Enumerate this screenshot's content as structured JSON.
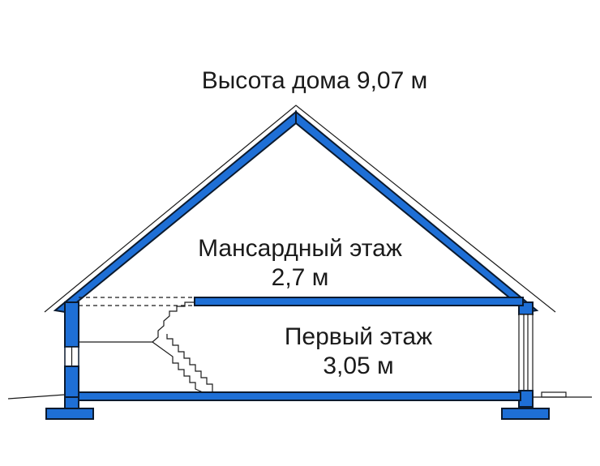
{
  "house_height_label": "Высота дома 9,07 м",
  "attic_floor": {
    "name": "Мансардный этаж",
    "height": "2,7 м"
  },
  "first_floor": {
    "name": "Первый этаж",
    "height": "3,05 м"
  },
  "colors": {
    "structure": "#1e6fd6",
    "outline": "#0b1a2e",
    "text": "#1a1a1a"
  }
}
